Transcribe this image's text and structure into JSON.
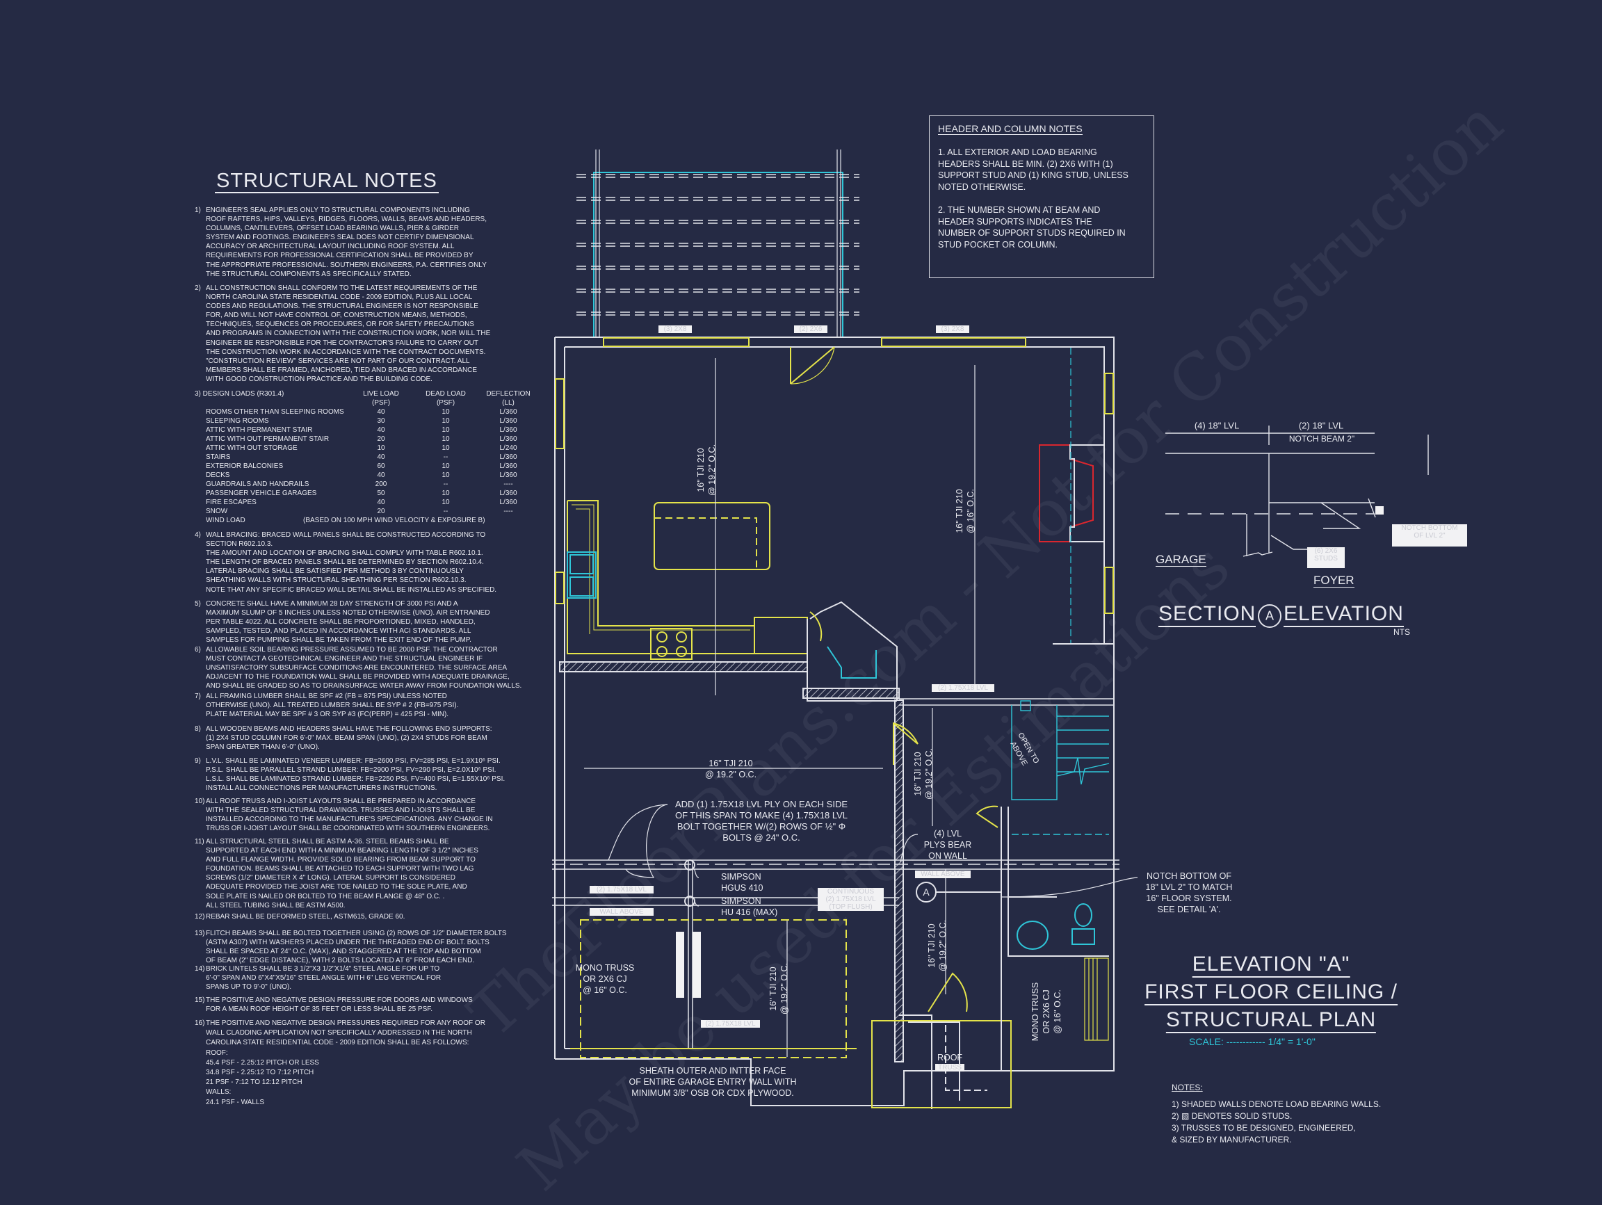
{
  "colors": {
    "background": "#252a44",
    "lines": "#e2e3ea",
    "yellow": "#e4e34a",
    "cyan": "#2fc6d8",
    "red": "#d9262e"
  },
  "watermarks": [
    "TheFloorPlans.com - Not for Construction",
    "May be used for Estimations"
  ],
  "structural_notes": {
    "title": "STRUCTURAL NOTES",
    "notes": [
      {
        "num": "1)",
        "text": "ENGINEER'S SEAL APPLIES ONLY TO STRUCTURAL COMPONENTS INCLUDING\nROOF RAFTERS, HIPS, VALLEYS, RIDGES, FLOORS, WALLS, BEAMS AND HEADERS,\nCOLUMNS, CANTILEVERS, OFFSET LOAD BEARING WALLS, PIER & GIRDER\nSYSTEM AND FOOTINGS.  ENGINEER'S SEAL DOES NOT CERTIFY DIMENSIONAL\nACCURACY OR ARCHITECTURAL LAYOUT INCLUDING ROOF SYSTEM. ALL\nREQUIREMENTS FOR PROFESSIONAL CERTIFICATION SHALL BE PROVIDED BY\nTHE APPROPRIATE PROFESSIONAL. SOUTHERN ENGINEERS, P.A. CERTIFIES ONLY\nTHE STRUCTURAL COMPONENTS AS SPECIFICALLY STATED."
      },
      {
        "num": "2)",
        "text": "ALL CONSTRUCTION SHALL CONFORM TO THE LATEST REQUIREMENTS OF THE\nNORTH CAROLINA STATE RESIDENTIAL CODE - 2009 EDITION, PLUS ALL LOCAL\nCODES AND REGULATIONS. THE STRUCTURAL ENGINEER IS NOT RESPONSIBLE\nFOR, AND WILL NOT HAVE CONTROL OF, CONSTRUCTION MEANS, METHODS,\nTECHNIQUES, SEQUENCES OR PROCEDURES, OR FOR SAFETY PRECAUTIONS\nAND PROGRAMS IN CONNECTION WITH THE CONSTRUCTION WORK, NOR WILL THE\nENGINEER BE RESPONSIBLE FOR THE CONTRACTOR'S FAILURE TO CARRY OUT\nTHE CONSTRUCTION WORK IN ACCORDANCE WITH THE CONTRACT DOCUMENTS.\n\"CONSTRUCTION REVIEW\" SERVICES ARE NOT PART OF OUR CONTRACT. ALL\nMEMBERS SHALL BE FRAMED, ANCHORED, TIED AND BRACED IN ACCORDANCE\nWITH GOOD CONSTRUCTION PRACTICE AND THE BUILDING CODE."
      },
      {
        "num": "4)",
        "text": "WALL BRACING:  BRACED WALL PANELS SHALL BE CONSTRUCTED ACCORDING TO\nSECTION R602.10.3.\nTHE AMOUNT AND LOCATION OF BRACING SHALL COMPLY WITH TABLE R602.10.1.\nTHE LENGTH OF BRACED PANELS SHALL BE DETERMINED BY SECTION R602.10.4.\nLATERAL BRACING SHALL BE SATISFIED PER METHOD 3 BY CONTINUOUSLY\nSHEATHING WALLS WITH STRUCTURAL SHEATHING PER SECTION R602.10.3.\nNOTE THAT ANY SPECIFIC BRACED WALL DETAIL SHALL BE INSTALLED AS SPECIFIED."
      },
      {
        "num": "5)",
        "text": "CONCRETE SHALL HAVE A MINIMUM 28 DAY STRENGTH OF 3000 PSI AND A\nMAXIMUM SLUMP OF 5 INCHES UNLESS NOTED OTHERWISE (UNO). AIR ENTRAINED\nPER TABLE 4022. ALL CONCRETE SHALL BE PROPORTIONED, MIXED, HANDLED,\nSAMPLED, TESTED, AND PLACED IN ACCORDANCE WITH ACI STANDARDS. ALL\nSAMPLES FOR PUMPING SHALL BE TAKEN FROM THE EXIT END OF THE PUMP."
      },
      {
        "num": "6)",
        "text": "ALLOWABLE SOIL BEARING PRESSURE ASSUMED TO BE 2000 PSF. THE CONTRACTOR\nMUST CONTACT A GEOTECHNICAL ENGINEER AND THE STRUCTUAL ENGINEER IF\nUNSATISFACTORY SUBSURFACE CONDITIONS ARE ENCOUNTERED. THE SURFACE AREA\nADJACENT TO THE FOUNDATION WALL SHALL BE PROVIDED WITH ADEQUATE DRAINAGE,\nAND SHALL BE GRADED SO AS TO DRAINSURFACE WATER AWAY FROM FOUNDATION WALLS."
      },
      {
        "num": "7)",
        "text": "ALL FRAMING LUMBER SHALL BE SPF #2 (Fb = 875 PSI) UNLESS NOTED\nOTHERWISE (UNO). ALL TREATED LUMBER SHALL BE SYP # 2 (Fb=975 PSI).\nPLATE MATERIAL MAY BE SPF # 3 OR SYP #3 (Fc(perp) = 425 PSI - MIN)."
      },
      {
        "num": "8)",
        "text": "ALL WOODEN BEAMS AND HEADERS SHALL HAVE THE FOLLOWING END SUPPORTS:\n(1) 2x4 STUD COLUMN FOR 6'-0\" MAX. BEAM SPAN (UNO), (2) 2X4 STUDS FOR BEAM\nSPAN GREATER THAN 6'-0\" (UNO)."
      },
      {
        "num": "9)",
        "text": "L.V.L.  SHALL BE LAMINATED VENEER LUMBER: Fb=2600 PSI, Fv=285 PSI, E=1.9x10⁶ PSI.\nP.S.L.  SHALL BE PARALLEL STRAND LUMBER: Fb=2900 PSI, Fv=290 PSI, E=2.0x10⁶ PSI.\nL.S.L.  SHALL BE LAMINATED STRAND LUMBER: Fb=2250 PSI, Fv=400 PSI, E=1.55x10⁶ PSI.\nINSTALL ALL CONNECTIONS PER MANUFACTURERS INSTRUCTIONS."
      },
      {
        "num": "10)",
        "text": "ALL ROOF TRUSS AND I-JOIST LAYOUTS SHALL BE PREPARED IN ACCORDANCE\nWITH THE SEALED STRUCTURAL DRAWINGS. TRUSSES AND I-JOISTS SHALL BE\nINSTALLED ACCORDING TO THE MANUFACTURE'S SPECIFICATIONS. ANY CHANGE IN\nTRUSS OR I-JOIST LAYOUT SHALL BE COORDINATED WITH SOUTHERN ENGINEERS."
      },
      {
        "num": "11)",
        "text": "ALL STRUCTURAL STEEL SHALL BE ASTM A-36. STEEL BEAMS SHALL BE\nSUPPORTED AT EACH END WITH A MINIMUM BEARING LENGTH OF 3 1/2\" INCHES\nAND FULL FLANGE WIDTH. PROVIDE SOLID BEARING FROM BEAM SUPPORT TO\nFOUNDATION.  BEAMS SHALL BE ATTACHED TO EACH SUPPORT WITH TWO LAG\nSCREWS (1/2\" DIAMETER x 4\" LONG). LATERAL SUPPORT IS CONSIDERED\nADEQUATE PROVIDED THE JOIST ARE TOE NAILED TO THE SOLE PLATE, AND\nSOLE PLATE IS NAILED OR BOLTED TO THE BEAM FLANGE @ 48\" O.C. .\nALL STEEL TUBING SHALL BE ASTM A500."
      },
      {
        "num": "12)",
        "text": "REBAR SHALL BE DEFORMED STEEL, ASTM615, GRADE 60."
      },
      {
        "num": "13)",
        "text": "FLITCH BEAMS SHALL BE BOLTED TOGETHER USING (2) ROWS OF 1/2\" DIAMETER BOLTS\n(ASTM A307) WITH WASHERS PLACED UNDER THE THREADED END OF BOLT.  BOLTS\nSHALL BE SPACED AT 24\" O.C. (MAX), AND STAGGERED AT THE TOP AND BOTTOM\nOF BEAM (2\" EDGE DISTANCE), WITH 2 BOLTS LOCATED AT 6\" FROM EACH END."
      },
      {
        "num": "14)",
        "text": "BRICK LINTELS SHALL BE 3 1/2\"x3 1/2\"x1/4\" STEEL ANGLE FOR UP TO\n6'-0\" SPAN AND 6\"x4\"x5/16\" STEEL ANGLE WITH 6\" LEG VERTICAL FOR\nSPANS UP TO 9'-0\" (UNO)."
      },
      {
        "num": "15)",
        "text": "THE POSITIVE AND NEGATIVE DESIGN PRESSURE FOR DOORS AND WINDOWS\nFOR A MEAN ROOF HEIGHT OF 35 FEET OR LESS SHALL BE 25 PSF."
      },
      {
        "num": "16)",
        "text": "THE POSITIVE AND NEGATIVE DESIGN PRESSURES REQUIRED FOR ANY ROOF OR\nWALL CLADDING APPLICATION NOT SPECIFICALLY ADDRESSED IN THE NORTH\nCAROLINA STATE RESIDENTIAL CODE - 2009 EDITION SHALL BE AS FOLLOWS:\nROOF:\n   45.4 PSF - 2.25:12 PITCH OR LESS\n   34.8 PSF - 2.25:12 TO 7:12 PITCH\n   21 PSF - 7:12 TO 12:12 PITCH\nWALLS:\n   24.1 PSF - WALLS"
      }
    ],
    "design_loads": {
      "heading": "3) DESIGN LOADS (R301.4)",
      "columns": [
        "LIVE LOAD",
        "DEAD LOAD",
        "DEFLECTION"
      ],
      "units": [
        "(PSF)",
        "(PSF)",
        "(LL)"
      ],
      "rows": [
        [
          "ROOMS OTHER THAN SLEEPING ROOMS",
          "40",
          "10",
          "L/360"
        ],
        [
          "SLEEPING ROOMS",
          "30",
          "10",
          "L/360"
        ],
        [
          "ATTIC WITH PERMANENT STAIR",
          "40",
          "10",
          "L/360"
        ],
        [
          "ATTIC WITH OUT PERMANENT STAIR",
          "20",
          "10",
          "L/360"
        ],
        [
          "ATTIC WITH OUT STORAGE",
          "10",
          "10",
          "L/240"
        ],
        [
          "STAIRS",
          "40",
          "--",
          "L/360"
        ],
        [
          "EXTERIOR BALCONIES",
          "60",
          "10",
          "L/360"
        ],
        [
          "DECKS",
          "40",
          "10",
          "L/360"
        ],
        [
          "GUARDRAILS AND HANDRAILS",
          "200",
          "--",
          "----"
        ],
        [
          "PASSENGER VEHICLE GARAGES",
          "50",
          "10",
          "L/360"
        ],
        [
          "FIRE ESCAPES",
          "40",
          "10",
          "L/360"
        ],
        [
          "SNOW",
          "20",
          "--",
          "----"
        ]
      ],
      "wind_label": "WIND LOAD",
      "wind_value": "(BASED ON 100 MPH WIND VELOCITY & EXPOSURE B)"
    }
  },
  "header_column_notes": {
    "title": "HEADER AND COLUMN NOTES",
    "notes": [
      "1. ALL EXTERIOR AND LOAD BEARING\nHEADERS SHALL BE MIN. (2) 2x6 WITH (1)\nSUPPORT STUD AND (1) KING STUD, UNLESS\nNOTED OTHERWISE.",
      "2. THE NUMBER SHOWN AT BEAM AND\nHEADER SUPPORTS INDICATES THE\nNUMBER OF SUPPORT STUDS REQUIRED IN\nSTUD POCKET OR COLUMN."
    ]
  },
  "plan": {
    "joist_kitchen": "16\" TJI 210\n@ 19.2\" O.C.",
    "joist_living": "16\" TJI 210\n@ 16\" O.C.",
    "joist_mid": "16\" TJI 210\n@ 19.2\" O.C.",
    "joist_hall": "16\" TJI 210\n@ 19.2\" O.C.",
    "joist_garage": "16\" TJI 210\n@ 19.2\" O.C.",
    "joist_foyer": "16\" TJI 210\n@ 19.2\" O.C.",
    "lvl_plys": "(4) LVL\nPLYS BEAR\nON WALL",
    "open_to_above": "OPEN TO\nABOVE",
    "add_ply_note": "ADD (1) 1.75x18 LVL PLY ON EACH SIDE\nOF THIS SPAN TO MAKE (4) 1.75x18 LVL\nBOLT TOGETHER w/(2) ROWS OF ½\" ϕ\nBOLTS @ 24\" O.C.",
    "simpson_1": "SIMPSON\nHGUS 410",
    "simpson_2": "SIMPSON\nHU 416 (MAX)",
    "mono_truss_left": "MONO TRUSS\nOR 2x6 CJ\n@ 16\" O.C.",
    "mono_truss_right": "MONO TRUSS\nOR 2x6 CJ\n@ 16\" O.C.",
    "roof_truss": "ROOF",
    "truss_box": "TRUSS",
    "sheath_note": "SHEATH OUTER AND INTTER FACE\nOF ENTIRE GARAGE ENTRY WALL WITH\nMINIMUM 3/8\" OSB OR CDX PLYWOOD.",
    "notch_note": "NOTCH BOTTOM OF\n18\" LVL 2\" TO MATCH\n16\" FLOOR SYSTEM.\nSEE DETAIL 'A'.",
    "section_marker": "A",
    "beam_boxes": [
      "(2) 1.75x18 LVL",
      "WALL ABOVE",
      "CONTINUOUS\n(2) 1.75x18 LVL\n(TOP FLUSH)",
      "(2) 1.75x18 LVL",
      "WALL ABOVE",
      "(2) 1.75x18 LVL",
      "(3) 2x8",
      "(2) 2x6",
      "(3) 2x8"
    ]
  },
  "section_a": {
    "left_beam": "(4) 18\" LVL",
    "right_beam": "(2) 18\" LVL",
    "notch": "NOTCH BEAM 2\"",
    "garage": "GARAGE",
    "foyer": "FOYER",
    "studs_box": "(6) 2x6\nSTUDS",
    "notch_box": "NOTCH BOTTOM\nOF LVL 2\"",
    "title_left": "SECTION",
    "title_marker": "A",
    "title_right": "ELEVATION",
    "nts": "NTS"
  },
  "title_block": {
    "line1": "ELEVATION \"A\"",
    "line2": "FIRST FLOOR CEILING /",
    "line3": "STRUCTURAL PLAN",
    "scale_label": "SCALE:",
    "scale_value": "------------ 1/4\" = 1'-0\""
  },
  "general_notes": {
    "heading": "NOTES:",
    "items": [
      "1) SHADED WALLS DENOTE LOAD BEARING WALLS.",
      "2) ▧ DENOTES SOLID STUDS.",
      "3) TRUSSES TO BE DESIGNED, ENGINEERED,\n   & SIZED BY MANUFACTURER."
    ]
  }
}
